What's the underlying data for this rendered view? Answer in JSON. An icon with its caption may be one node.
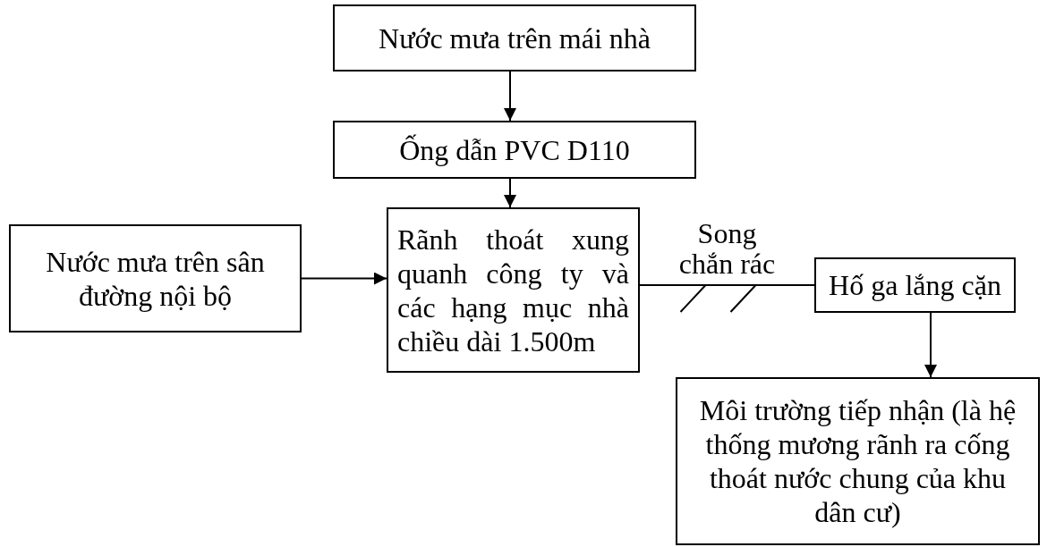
{
  "diagram": {
    "nodes": [
      {
        "text": [
          "Nước mưa trên mái nhà"
        ]
      },
      {
        "text": [
          "Ống dẫn PVC D110"
        ]
      },
      {
        "text": [
          "Rãnh thoát xung quanh công ty và các hạng mục nhà chiều dài 1.500m"
        ]
      },
      {
        "text": [
          "Nước mưa trên sân đường nội bộ"
        ]
      },
      {
        "text": [
          "Hố ga lắng cặn"
        ]
      },
      {
        "text": [
          "Môi trường tiếp nhận (là hệ thống mương rãnh ra cống thoát nước chung của khu dân cư)"
        ]
      }
    ],
    "edges": [
      {
        "from": 0,
        "to": 1,
        "arrow": "to"
      },
      {
        "from": 1,
        "to": 2,
        "arrow": "to"
      },
      {
        "from": 3,
        "to": 2,
        "arrow": "to"
      },
      {
        "from": 2,
        "to": 4,
        "arrow": "none",
        "label": "Song chắn rác"
      },
      {
        "from": 4,
        "to": 5,
        "arrow": "to"
      }
    ]
  }
}
